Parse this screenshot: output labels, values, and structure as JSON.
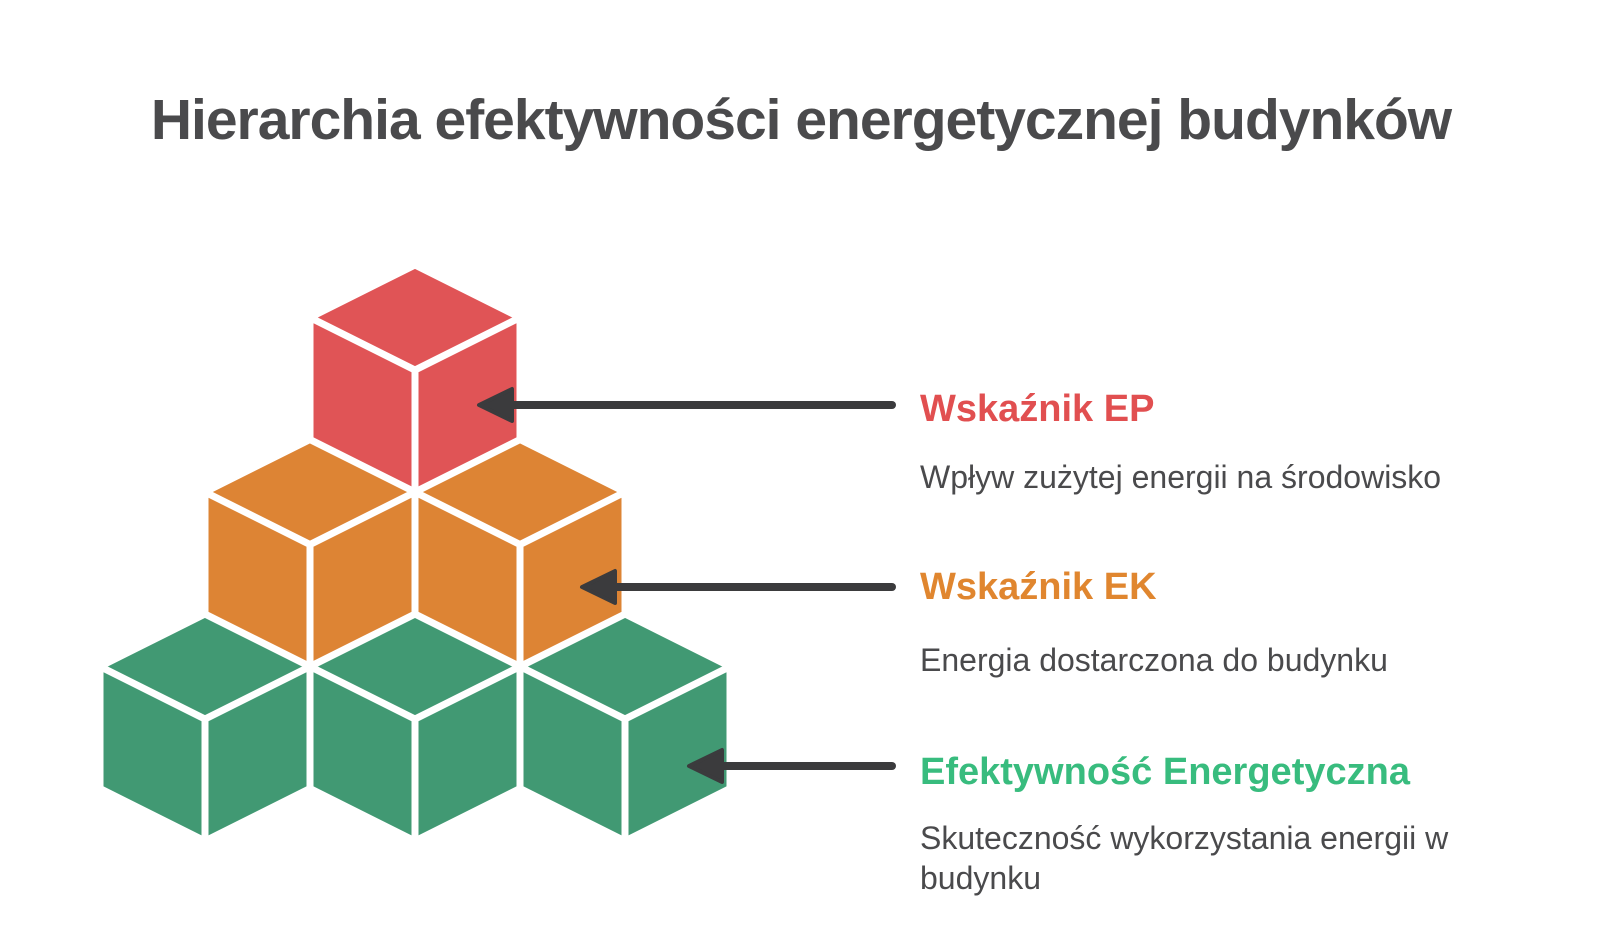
{
  "title": "Hierarchia efektywności energetycznej budynków",
  "colors": {
    "background": "#ffffff",
    "heading_text": "#4a4a4c",
    "body_text": "#4a4a4c",
    "arrow": "#3b3b3d",
    "cube_stroke": "#ffffff",
    "cube_red": "#e05456",
    "cube_orange": "#dd8434",
    "cube_green": "#419973",
    "label_red": "#e14f50",
    "label_orange": "#e0862f",
    "label_green": "#38bc7e"
  },
  "pyramid": {
    "rows": [
      {
        "level": "top",
        "count": 1,
        "color_key": "cube_red"
      },
      {
        "level": "middle",
        "count": 2,
        "color_key": "cube_orange"
      },
      {
        "level": "bottom",
        "count": 3,
        "color_key": "cube_green"
      }
    ]
  },
  "annotations": [
    {
      "id": "wskaznik-ep",
      "label": "Wskaźnik EP",
      "description": "Wpływ zużytej energii na środowisko",
      "label_color_key": "label_red"
    },
    {
      "id": "wskaznik-ek",
      "label": "Wskaźnik EK",
      "description": "Energia dostarczona do budynku",
      "label_color_key": "label_orange"
    },
    {
      "id": "efektywnosc-energetyczna",
      "label": "Efektywność Energetyczna",
      "description": "Skuteczność wykorzystania energii w\nbudynku",
      "label_color_key": "label_green"
    }
  ]
}
